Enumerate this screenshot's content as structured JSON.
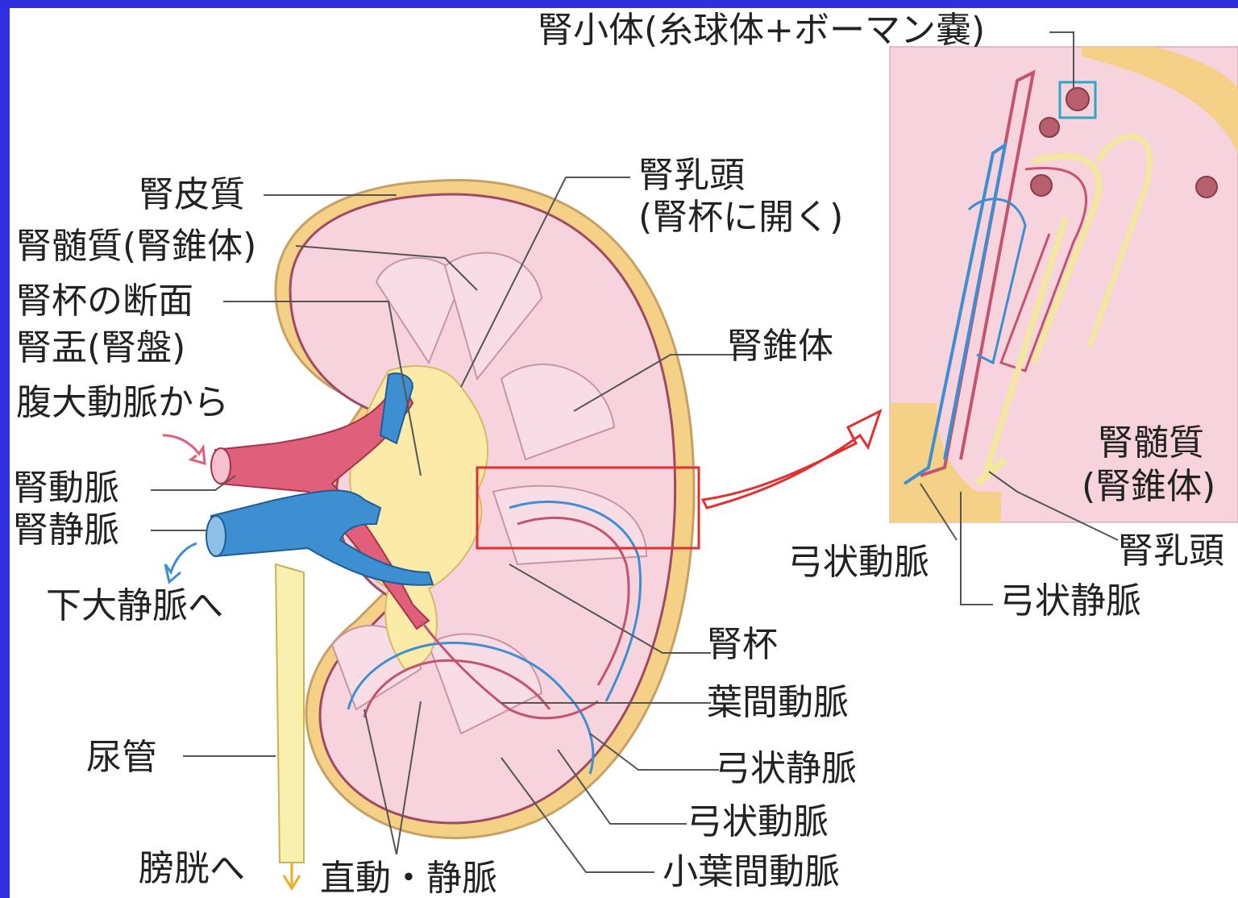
{
  "colors": {
    "frame": "#2f2fe0",
    "cortex": "#f6d3dd",
    "capsule": "#f5d187",
    "pelvis": "#fbeaa8",
    "artery": "#e0607b",
    "vein": "#3d8fd1",
    "ureter": "#f9f0b0",
    "highlight_box": "#e03030",
    "corpuscle_box": "#2aa8c8",
    "leader": "#555555"
  },
  "labels": {
    "renal_corpuscle": "腎小体(糸球体+ボーマン嚢)",
    "cortex": "腎皮質",
    "medulla": "腎髄質(腎錐体)",
    "calyx_section": "腎杯の断面",
    "pelvis": "腎盂(腎盤)",
    "from_aorta": "腹大動脈から",
    "renal_artery": "腎動脈",
    "renal_vein": "腎静脈",
    "to_ivc": "下大静脈へ",
    "ureter": "尿管",
    "to_bladder": "膀胱へ",
    "vasa_recta": "直動・静脈",
    "papilla_line1": "腎乳頭",
    "papilla_line2": "(腎杯に開く)",
    "pyramid": "腎錐体",
    "calyx": "腎杯",
    "interlobar_artery": "葉間動脈",
    "arcuate_vein": "弓状静脈",
    "arcuate_artery": "弓状動脈",
    "interlobular_artery": "小葉間動脈",
    "inset_medulla_line1": "腎髄質",
    "inset_medulla_line2": "(腎錐体)",
    "inset_papilla": "腎乳頭",
    "inset_arcuate_artery": "弓状動脈",
    "inset_arcuate_vein": "弓状静脈"
  }
}
